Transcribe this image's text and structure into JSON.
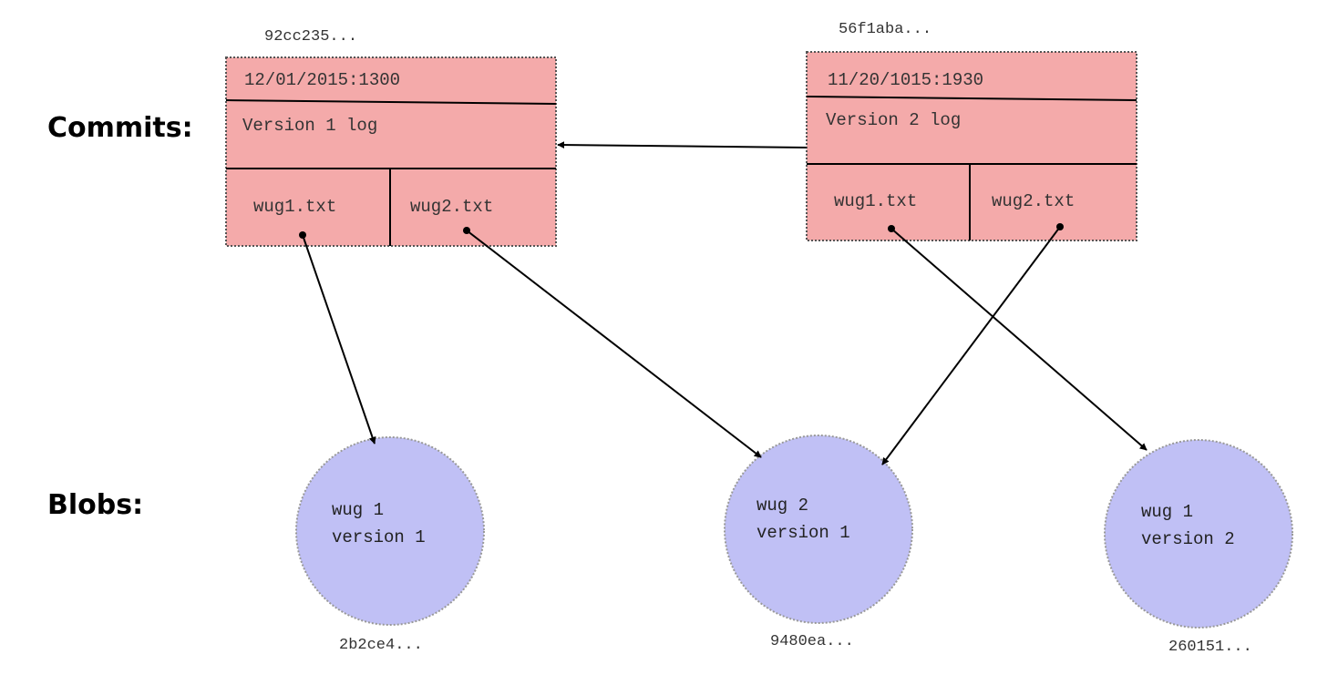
{
  "labels": {
    "commits": "Commits:",
    "blobs": "Blobs:"
  },
  "colors": {
    "commit_fill": "#f4aaaa",
    "blob_fill": "#c0c0f5",
    "line": "#000000"
  },
  "commits": [
    {
      "hash": "92cc235...",
      "timestamp": "12/01/2015:1300",
      "log": "Version 1 log",
      "files": [
        "wug1.txt",
        "wug2.txt"
      ]
    },
    {
      "hash": "56f1aba...",
      "timestamp": "11/20/1015:1930",
      "log": "Version 2 log",
      "files": [
        "wug1.txt",
        "wug2.txt"
      ]
    }
  ],
  "blobs": [
    {
      "line1": "wug 1",
      "line2": "version 1",
      "hash": "2b2ce4..."
    },
    {
      "line1": "wug 2",
      "line2": "version 1",
      "hash": "9480ea..."
    },
    {
      "line1": "wug 1",
      "line2": "version 2",
      "hash": "260151..."
    }
  ]
}
